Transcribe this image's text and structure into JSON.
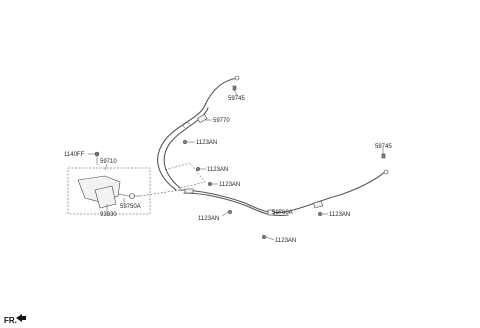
{
  "labels": {
    "l_59745_top": "59745",
    "l_59770": "59770",
    "l_1123an_a": "1123AN",
    "l_1123an_b": "1123AN",
    "l_1123an_c": "1123AN",
    "l_1140ff": "1140FF",
    "l_59710": "59710",
    "l_59750a": "59750A",
    "l_93830": "93830",
    "l_59745_right": "59745",
    "l_59760a": "59760A",
    "l_1123an_d": "1123AN",
    "l_1123an_e": "1123AN",
    "l_1123an_f": "1123AN"
  },
  "direction_label": "FR.",
  "colors": {
    "line": "#555555",
    "text": "#222222"
  }
}
